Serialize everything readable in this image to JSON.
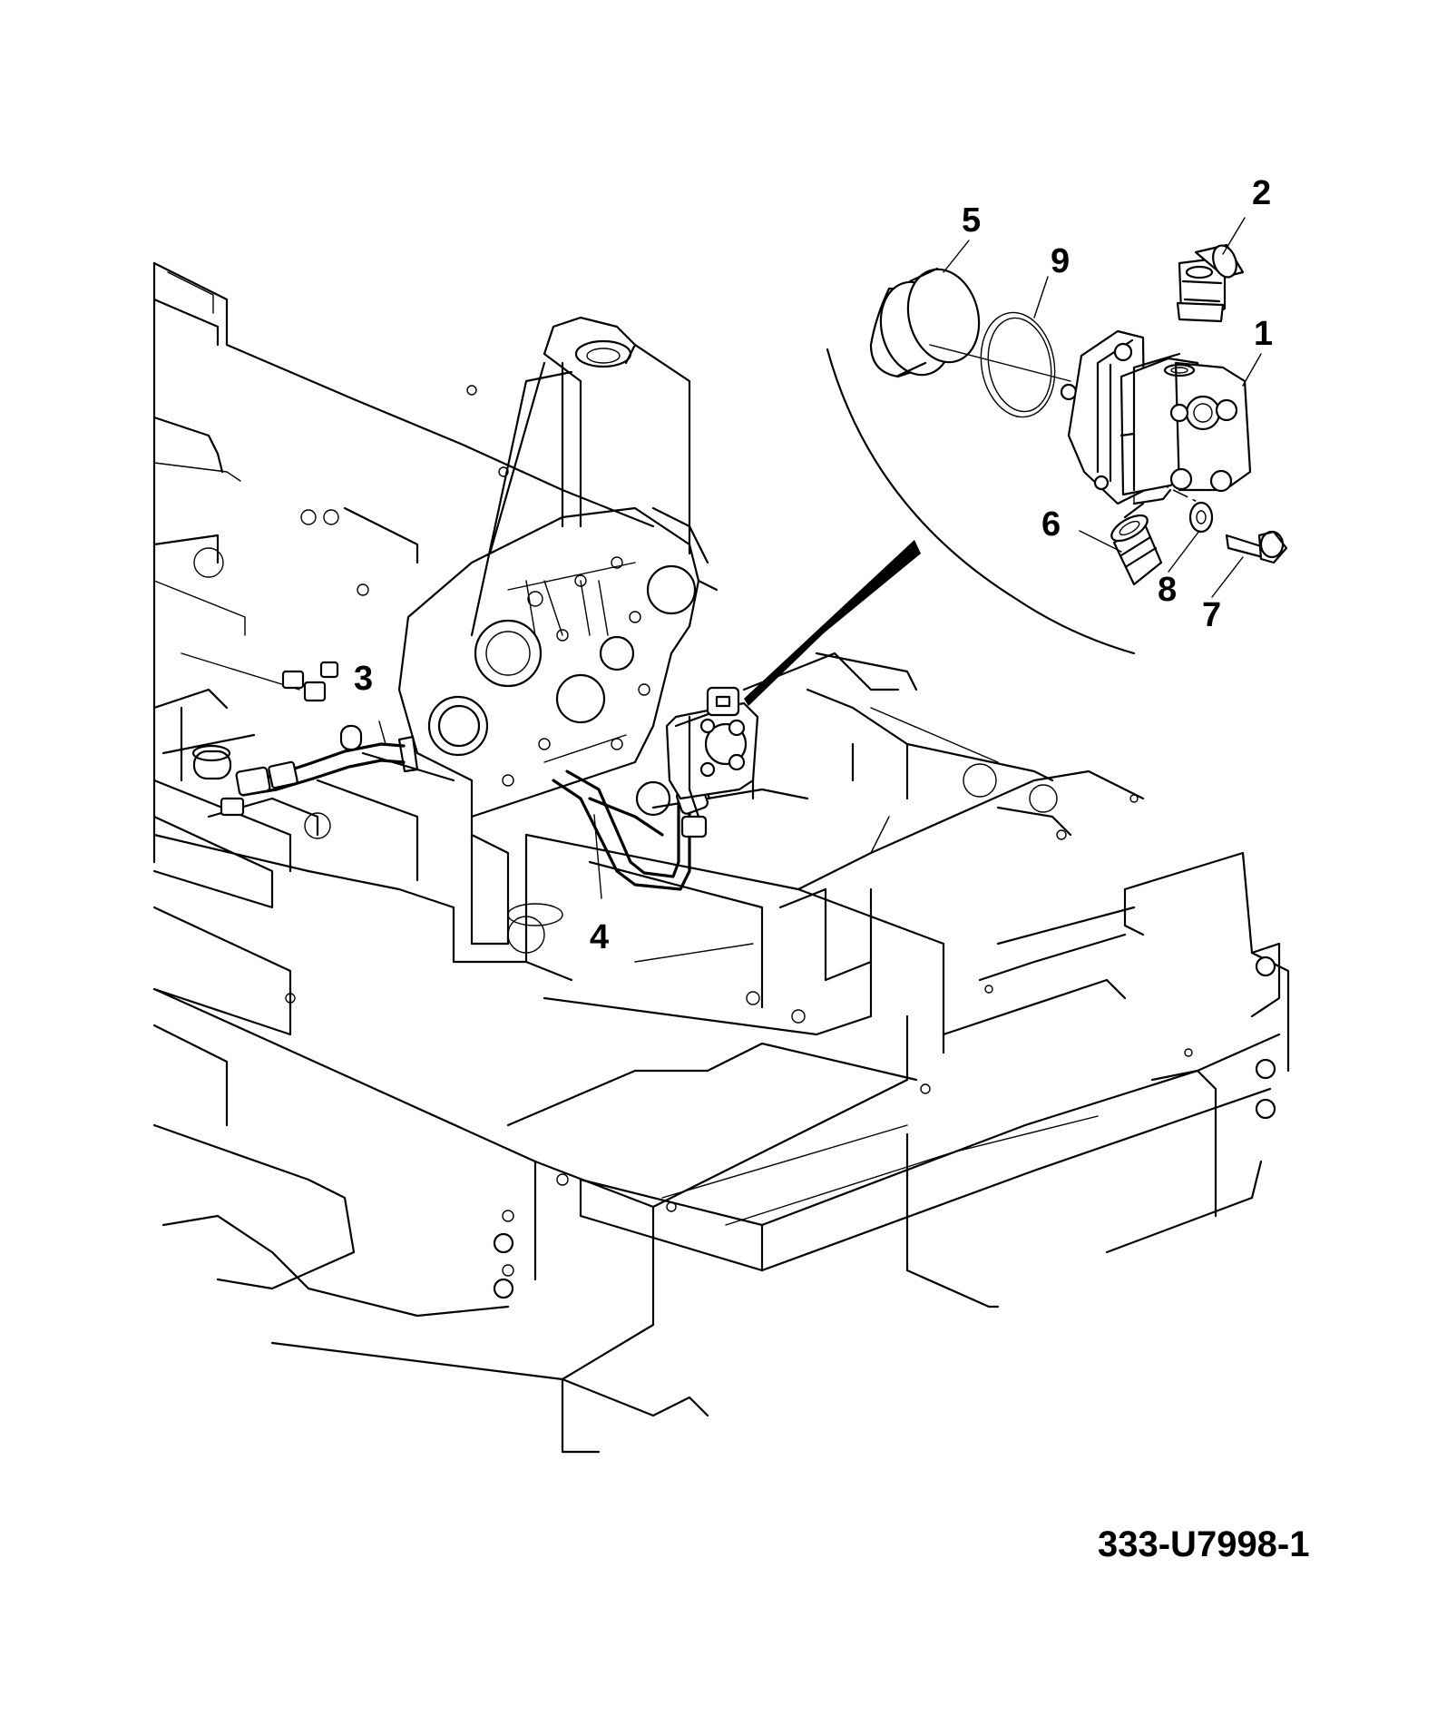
{
  "figure_id": "333-U7998-1",
  "callouts": {
    "c1": "1",
    "c2": "2",
    "c3": "3",
    "c4": "4",
    "c5": "5",
    "c6": "6",
    "c7": "7",
    "c8": "8",
    "c9": "9"
  }
}
